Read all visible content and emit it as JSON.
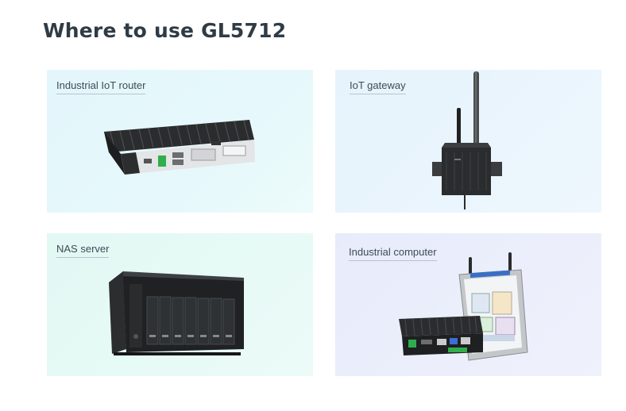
{
  "page": {
    "title": "Where to use GL5712"
  },
  "cards": [
    {
      "label": "Industrial IoT router",
      "image": "industrial-iot-router"
    },
    {
      "label": "IoT gateway",
      "image": "iot-gateway"
    },
    {
      "label": "NAS server",
      "image": "nas-server"
    },
    {
      "label": "Industrial computer",
      "image": "industrial-computer"
    }
  ]
}
